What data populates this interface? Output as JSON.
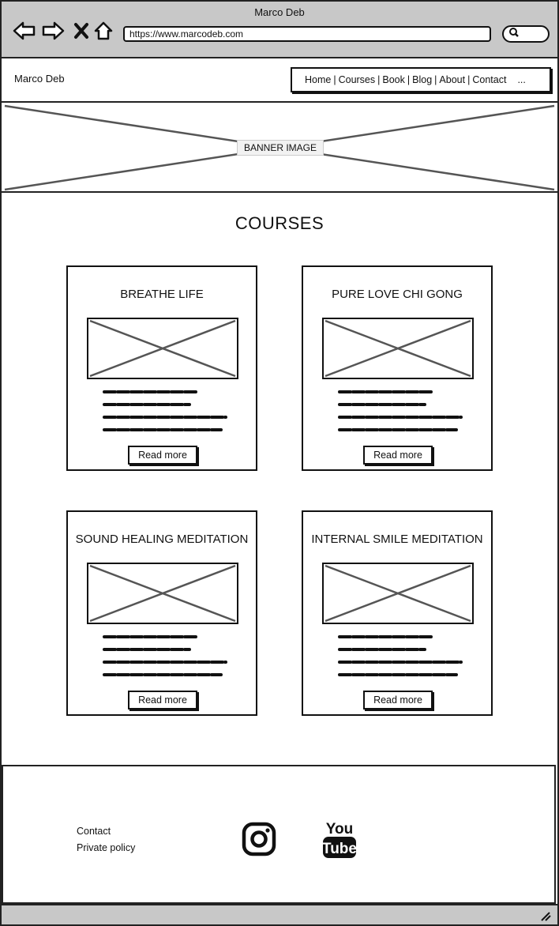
{
  "window": {
    "title": "Marco Deb"
  },
  "browser": {
    "url": "https://www.marcodeb.com",
    "icons": [
      "back-icon",
      "forward-icon",
      "close-icon",
      "home-icon",
      "search-icon"
    ]
  },
  "header": {
    "brand": "Marco Deb",
    "nav": [
      "Home",
      "Courses",
      "Book",
      "Blog",
      "About",
      "Contact"
    ],
    "nav_separator": "|",
    "more": "..."
  },
  "banner": {
    "label": "BANNER IMAGE"
  },
  "main": {
    "title": "COURSES",
    "courses": [
      {
        "title": "BREATHE LIFE",
        "button": "Read more"
      },
      {
        "title": "PURE LOVE CHI GONG",
        "button": "Read more"
      },
      {
        "title": "SOUND HEALING MEDITATION",
        "button": "Read more"
      },
      {
        "title": "INTERNAL SMILE MEDITATION",
        "button": "Read more"
      }
    ]
  },
  "footer": {
    "links": [
      "Contact",
      "Private policy"
    ],
    "social": [
      "instagram-icon",
      "youtube-icon"
    ],
    "youtube_top": "You",
    "youtube_bottom": "Tube"
  },
  "colors": {
    "chrome": "#c8c8c8",
    "line": "#111111",
    "placeholder_x": "#555555"
  }
}
